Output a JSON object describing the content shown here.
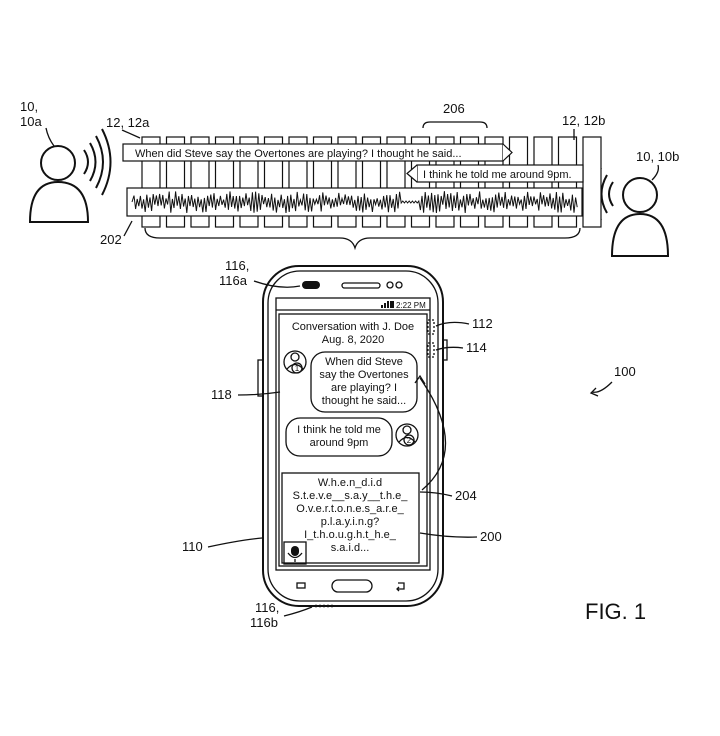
{
  "figure_label": "FIG. 1",
  "refs": {
    "speaker_a": [
      "10,",
      "10a"
    ],
    "speaker_b": "10, 10b",
    "audio_a": "12, 12a",
    "audio_b": "12, 12b",
    "segments": "206",
    "waveform": "202",
    "mic_top": [
      "116,",
      "116a"
    ],
    "mic_bottom": [
      "116,",
      "116b"
    ],
    "ref_112": "112",
    "ref_114": "114",
    "ref_100": "100",
    "ref_118": "118",
    "ref_110": "110",
    "ref_204": "204",
    "ref_200": "200"
  },
  "speech": {
    "a_text": "When did Steve say the Overtones are playing?  I thought he said...",
    "b_text": "I think he told me around 9pm."
  },
  "phone": {
    "status_time": "2:22 PM",
    "conversation_title": "Conversation with J. Doe",
    "conversation_date": "Aug. 8, 2020",
    "bubble_1": [
      "When did Steve",
      "say the Overtones",
      "are playing?  I",
      "thought he said..."
    ],
    "bubble_2": [
      "I think he told me",
      "around 9pm"
    ],
    "avatar_1": "1",
    "avatar_2": "2",
    "transcript_lines": [
      "W.h.e.n_d.i.d",
      "S.t.e.v.e__s.a.y__t.h.e_",
      "O.v.e.r.t.o.n.e.s_a.r.e_",
      "p.l.a.y.i.n.g?",
      "I_t.h.o.u.g.h.t_h.e_",
      "s.a.i.d..."
    ]
  }
}
